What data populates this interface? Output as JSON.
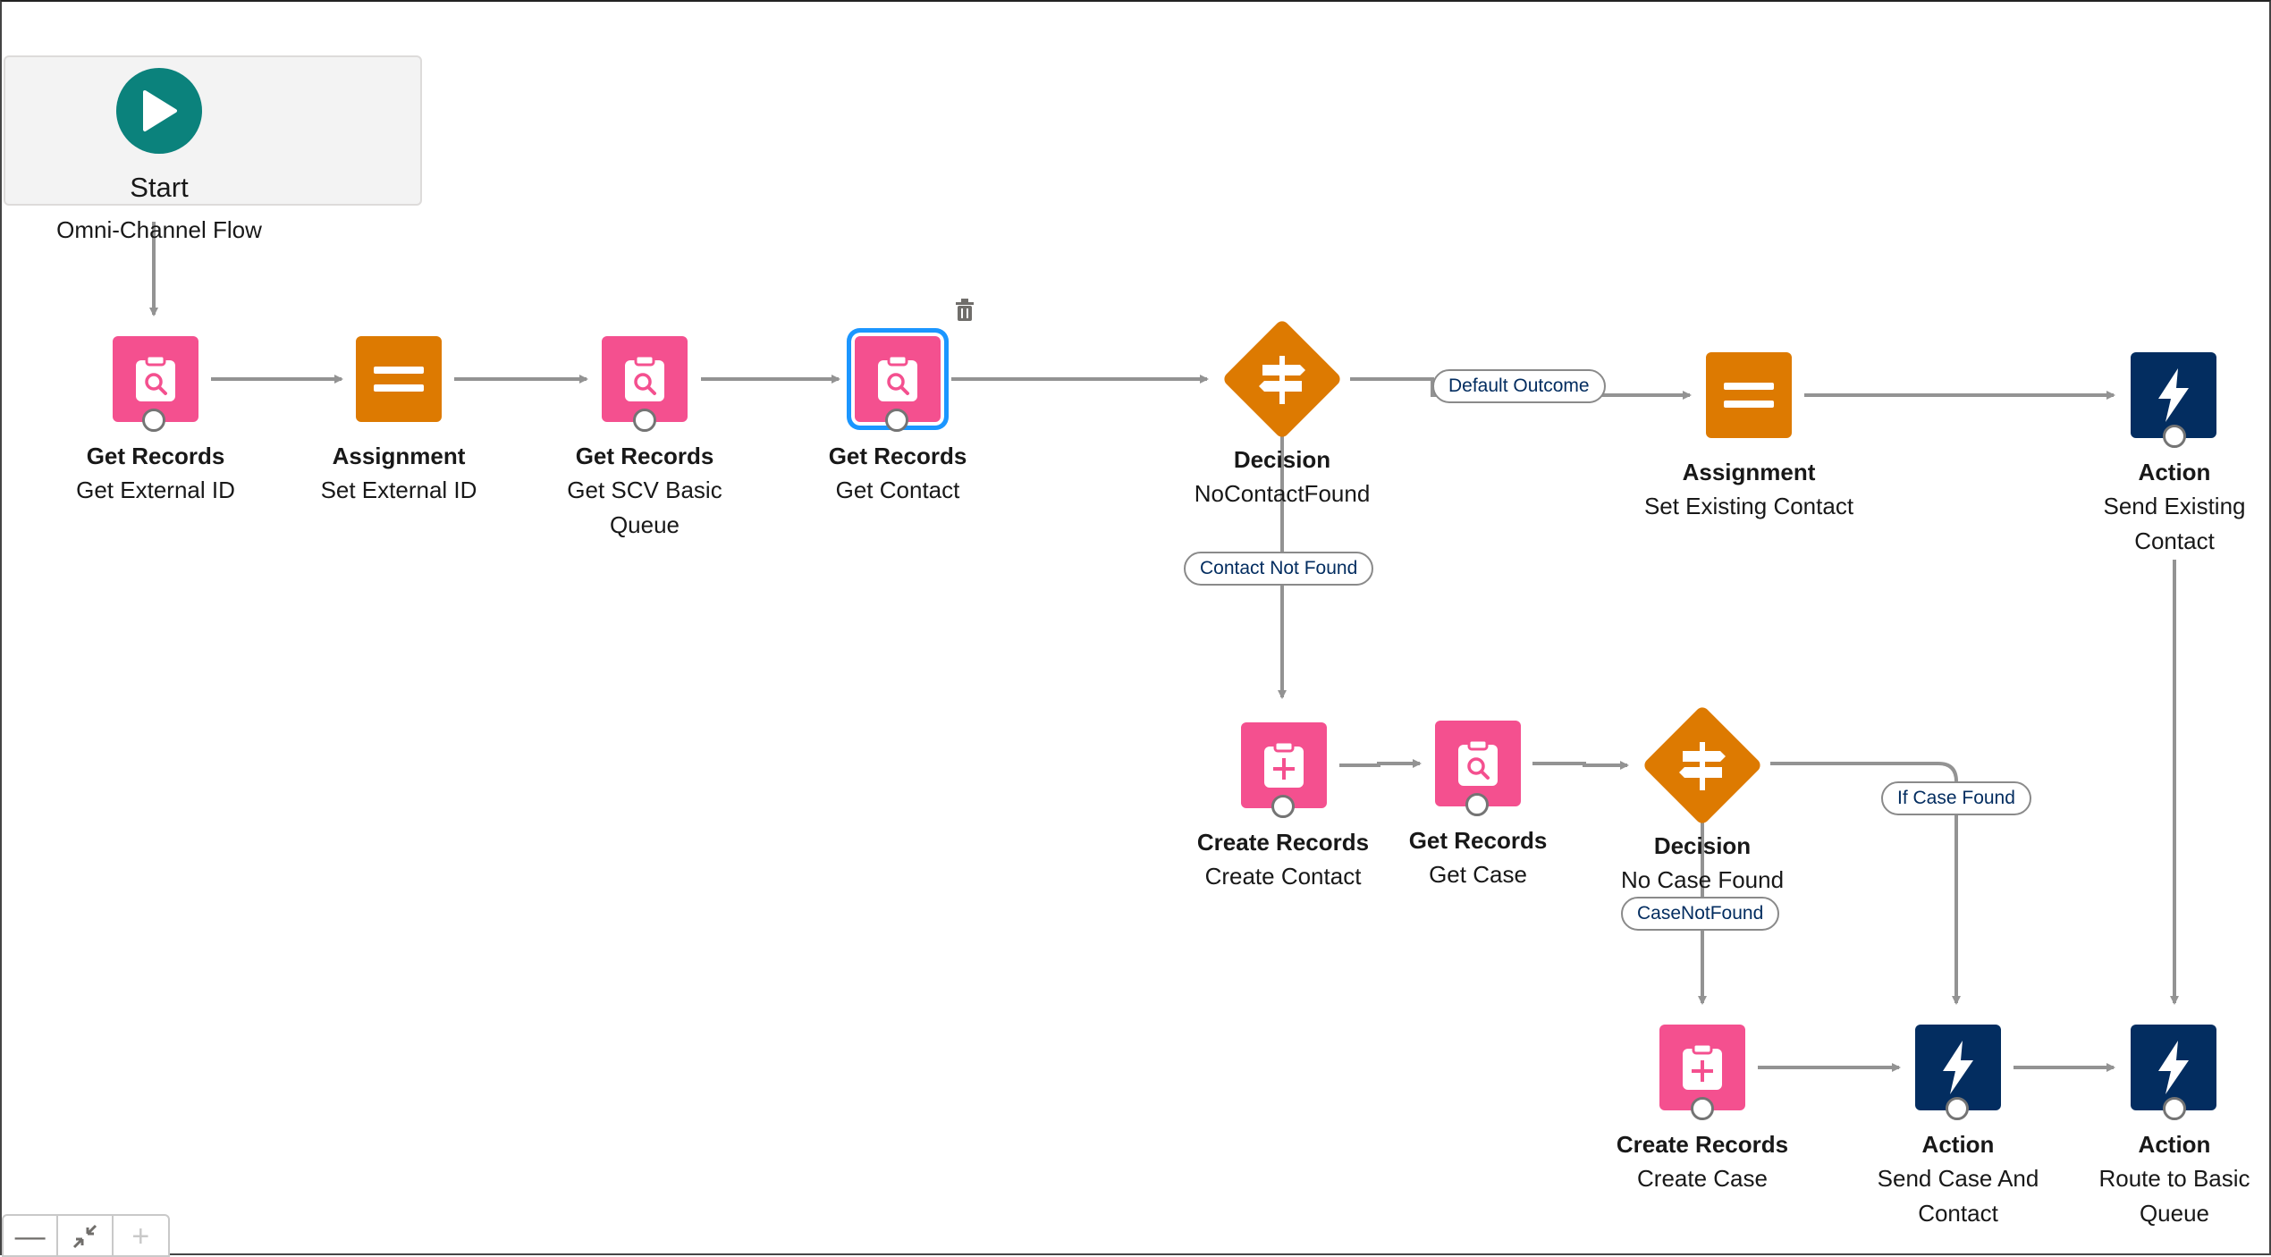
{
  "start": {
    "title": "Start",
    "subtitle": "Omni-Channel Flow"
  },
  "nodes": {
    "get_external_id": {
      "type": "Get Records",
      "name": "Get External ID"
    },
    "set_external_id": {
      "type": "Assignment",
      "name": "Set External ID"
    },
    "get_scv_basic_queue": {
      "type": "Get Records",
      "name": "Get SCV Basic Queue"
    },
    "get_contact": {
      "type": "Get Records",
      "name": "Get Contact"
    },
    "decision_no_contact": {
      "type": "Decision",
      "name": "NoContactFound"
    },
    "set_existing_contact": {
      "type": "Assignment",
      "name": "Set Existing Contact"
    },
    "send_existing_contact": {
      "type": "Action",
      "name": "Send Existing Contact"
    },
    "create_contact": {
      "type": "Create Records",
      "name": "Create Contact"
    },
    "get_case": {
      "type": "Get Records",
      "name": "Get Case"
    },
    "decision_no_case": {
      "type": "Decision",
      "name": "No Case Found"
    },
    "create_case": {
      "type": "Create Records",
      "name": "Create Case"
    },
    "send_case_and_contact": {
      "type": "Action",
      "name": "Send Case And Contact"
    },
    "route_to_basic_queue": {
      "type": "Action",
      "name": "Route to Basic Queue"
    }
  },
  "outcomes": {
    "default_outcome": "Default Outcome",
    "contact_not_found": "Contact Not Found",
    "if_case_found": "If Case Found",
    "case_not_found": "CaseNotFound"
  },
  "icons": {
    "start": "play-icon",
    "get_records": "clipboard-search-icon",
    "assignment": "equals-icon",
    "decision": "signpost-icon",
    "create_records": "clipboard-plus-icon",
    "action": "lightning-bolt-icon",
    "delete": "trash-icon"
  },
  "zoom_controls": {
    "zoom_out": "—",
    "zoom_in": "+"
  },
  "colors": {
    "start": "#0b827c",
    "get_records": "#f4508f",
    "assignment": "#dd7a01",
    "decision": "#dd7a01",
    "action": "#032d60",
    "connector": "#939393",
    "selection": "#1b96ff",
    "pill_text": "#032d60"
  }
}
